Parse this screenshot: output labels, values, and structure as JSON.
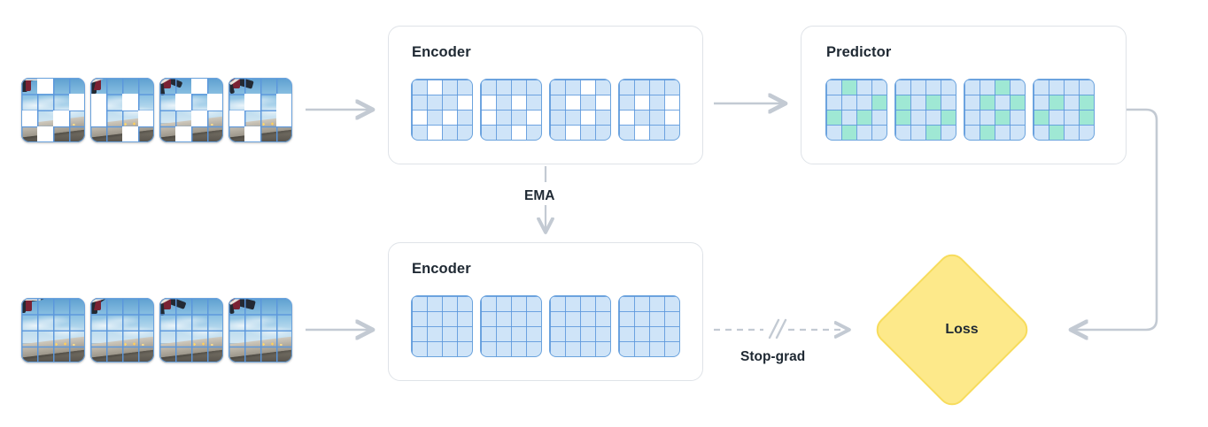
{
  "diagram": {
    "title_top_encoder": "Encoder",
    "title_predictor": "Predictor",
    "title_bottom_encoder": "Encoder",
    "label_ema": "EMA",
    "label_stopgrad": "Stop-grad",
    "label_loss": "Loss",
    "colors": {
      "token_blue": "#cfe4f8",
      "token_border": "#6ba3dd",
      "token_green": "#9fe8d4",
      "token_blank": "#ffffff",
      "box_border": "#dfe3e8",
      "arrow": "#c3cad3",
      "loss_fill": "#fde98a",
      "loss_border": "#f7dc5c",
      "text": "#1f2933"
    }
  },
  "masked_frames": [
    {
      "name": "masked-frame-1",
      "mask": [
        [
          0,
          1
        ],
        [
          1,
          3
        ],
        [
          2,
          0
        ],
        [
          2,
          2
        ],
        [
          3,
          1
        ]
      ]
    },
    {
      "name": "masked-frame-2",
      "mask": [
        [
          1,
          0
        ],
        [
          1,
          2
        ],
        [
          2,
          0
        ],
        [
          2,
          3
        ],
        [
          3,
          2
        ]
      ]
    },
    {
      "name": "masked-frame-3",
      "mask": [
        [
          0,
          2
        ],
        [
          1,
          1
        ],
        [
          1,
          3
        ],
        [
          2,
          2
        ],
        [
          3,
          1
        ]
      ]
    },
    {
      "name": "masked-frame-4",
      "mask": [
        [
          1,
          1
        ],
        [
          1,
          3
        ],
        [
          2,
          0
        ],
        [
          2,
          3
        ],
        [
          3,
          1
        ]
      ]
    }
  ],
  "context_frames": [
    {
      "name": "context-frame-1"
    },
    {
      "name": "context-frame-2"
    },
    {
      "name": "context-frame-3"
    },
    {
      "name": "context-frame-4"
    }
  ],
  "top_encoder_grids": [
    {
      "blank": [
        [
          0,
          1
        ],
        [
          1,
          3
        ],
        [
          2,
          0
        ],
        [
          2,
          2
        ],
        [
          3,
          1
        ]
      ]
    },
    {
      "blank": [
        [
          1,
          0
        ],
        [
          1,
          2
        ],
        [
          2,
          0
        ],
        [
          2,
          3
        ],
        [
          3,
          2
        ]
      ]
    },
    {
      "blank": [
        [
          0,
          2
        ],
        [
          1,
          1
        ],
        [
          1,
          3
        ],
        [
          2,
          2
        ],
        [
          3,
          1
        ]
      ]
    },
    {
      "blank": [
        [
          1,
          1
        ],
        [
          1,
          3
        ],
        [
          2,
          0
        ],
        [
          2,
          3
        ],
        [
          3,
          1
        ]
      ]
    }
  ],
  "predictor_grids": [
    {
      "green": [
        [
          0,
          1
        ],
        [
          1,
          3
        ],
        [
          2,
          0
        ],
        [
          2,
          2
        ],
        [
          3,
          1
        ]
      ]
    },
    {
      "green": [
        [
          1,
          0
        ],
        [
          1,
          2
        ],
        [
          2,
          0
        ],
        [
          2,
          3
        ],
        [
          3,
          2
        ]
      ]
    },
    {
      "green": [
        [
          0,
          2
        ],
        [
          1,
          1
        ],
        [
          1,
          3
        ],
        [
          2,
          2
        ],
        [
          3,
          1
        ]
      ]
    },
    {
      "green": [
        [
          1,
          1
        ],
        [
          1,
          3
        ],
        [
          2,
          0
        ],
        [
          2,
          3
        ],
        [
          3,
          1
        ]
      ]
    }
  ],
  "bottom_encoder_grids": [
    {
      "blank": []
    },
    {
      "blank": []
    },
    {
      "blank": []
    },
    {
      "blank": []
    }
  ]
}
